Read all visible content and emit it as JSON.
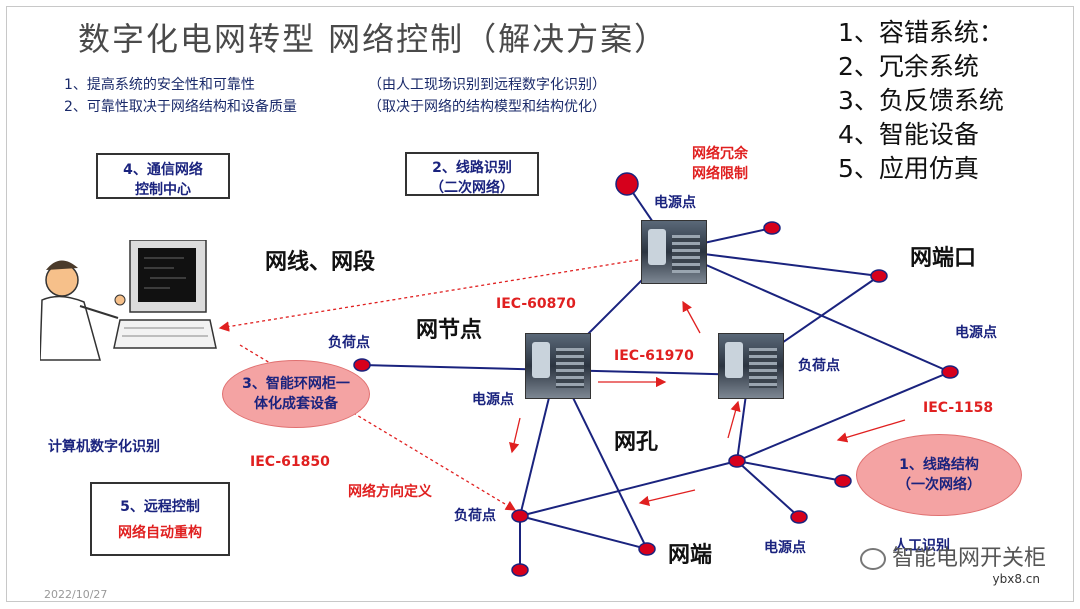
{
  "title": "数字化电网转型  网络控制（解决方案）",
  "subtitle": {
    "line1_left": "1、提高系统的安全性和可靠性",
    "line1_right": "（由人工现场识别到远程数字化识别）",
    "line2_left": "2、可靠性取决于网络结构和设备质量",
    "line2_right": "（取决于网络的结构模型和结构优化）"
  },
  "right_list": [
    "1、容错系统：",
    "2、冗余系统",
    "3、负反馈系统",
    "4、智能设备",
    "5、应用仿真"
  ],
  "boxes": {
    "control_center_1": "4、通信网络",
    "control_center_2": "控制中心",
    "line_id_1": "2、线路识别",
    "line_id_2": "（二次网络）",
    "remote_1": "5、远程控制",
    "remote_2": "网络自动重构"
  },
  "labels": {
    "wangxian": "网线、网段",
    "wangjiedian": "网节点",
    "wangkong": "网孔",
    "wangduan": "网端",
    "wangduankou": "网端口",
    "computer": "计算机数字化识别",
    "redundancy_1": "网络冗余",
    "redundancy_2": "网络限制",
    "direction": "网络方向定义",
    "manual": "人工识别"
  },
  "node_labels": {
    "power_top": "电源点",
    "power_left": "电源点",
    "power_right": "电源点",
    "power_bottom": "电源点",
    "load_left": "负荷点",
    "load_mid": "负荷点",
    "load_bottom": "负荷点"
  },
  "protocols": {
    "iec60870": "IEC-60870",
    "iec61970": "IEC-61970",
    "iec1158": "IEC-1158",
    "iec61850": "IEC-61850"
  },
  "ellipses": {
    "smart_ring_1": "3、智能环网柜一",
    "smart_ring_2": "体化成套设备",
    "line_struct_1": "1、线路结构",
    "line_struct_2": "（一次网络）"
  },
  "watermark": "智能电网开关柜",
  "watermark_site": "ybx8.cn",
  "date": "2022/10/27",
  "colors": {
    "line": "#1a237e",
    "node": "#d6001c",
    "red_text": "#e02020",
    "ellipse": "#f4a3a3"
  }
}
